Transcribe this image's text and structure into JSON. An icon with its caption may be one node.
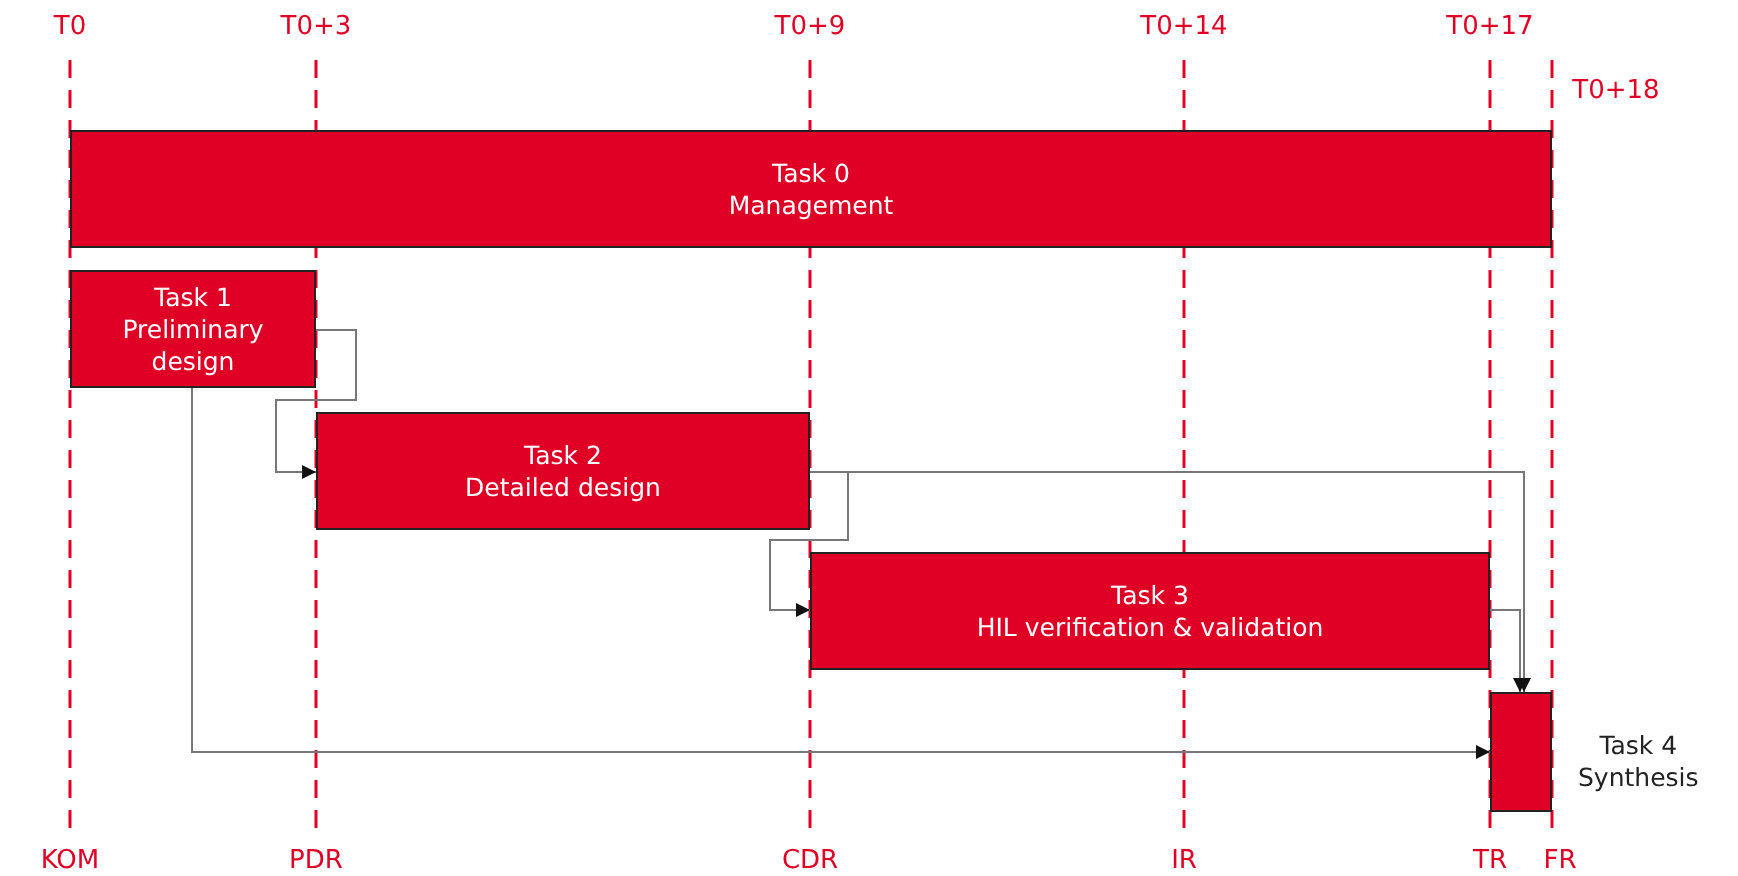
{
  "diagram": {
    "nodes": [
      {
        "text": [
          "Task 0",
          "Management"
        ]
      },
      {
        "text": [
          "Task 1",
          "Preliminary design"
        ]
      },
      {
        "text": [
          "Task 2",
          "Detailed design"
        ]
      },
      {
        "text": [
          "Task 3",
          "HIL verification & validation"
        ]
      },
      {
        "text": [
          "Task 4",
          "Synthesis"
        ]
      }
    ],
    "edges": [
      {
        "from": 1,
        "to": 2,
        "arrow": "to"
      },
      {
        "from": 2,
        "to": 3,
        "arrow": "to"
      },
      {
        "from": 2,
        "to": 4,
        "arrow": "to"
      },
      {
        "from": 3,
        "to": 4,
        "arrow": "to"
      },
      {
        "from": 1,
        "to": 4,
        "arrow": "to"
      }
    ],
    "labels": [
      "T0",
      "T0+3",
      "T0+9",
      "T0+14",
      "T0+17",
      "T0+18",
      "KOM",
      "PDR",
      "CDR",
      "IR",
      "TR",
      "FR"
    ]
  }
}
